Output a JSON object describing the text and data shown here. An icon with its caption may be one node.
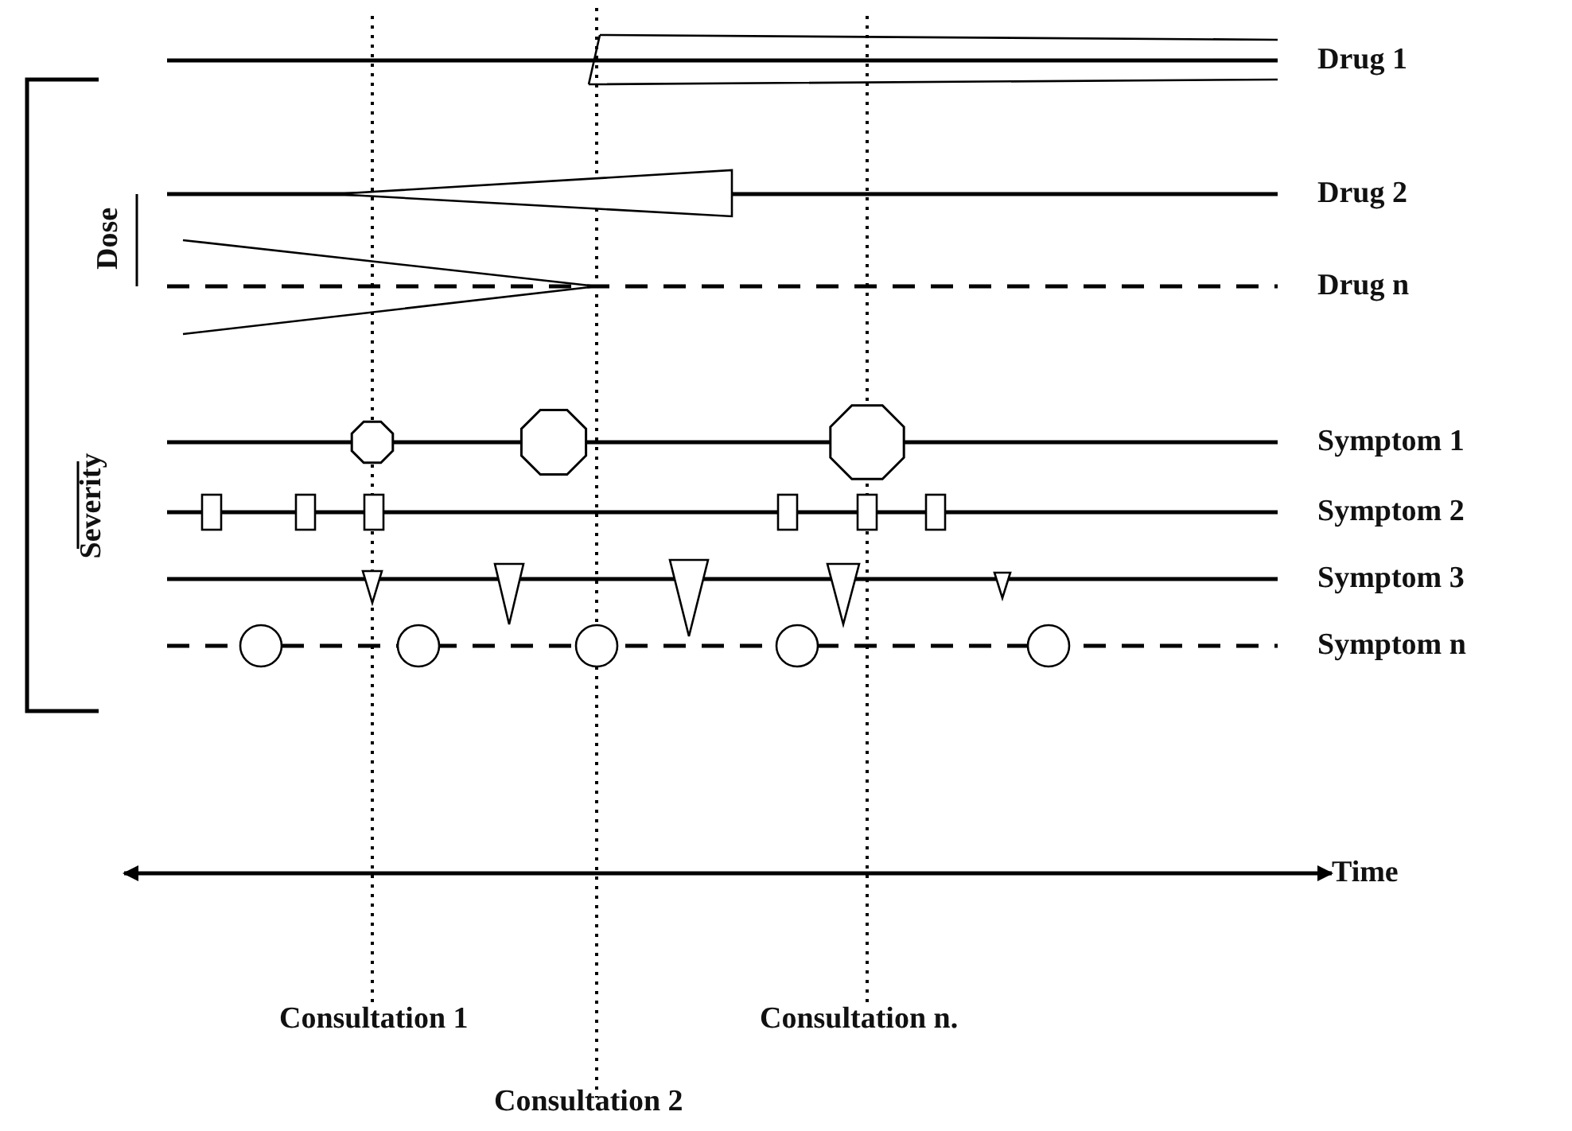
{
  "diagram": {
    "labels": [
      "Drug 1",
      "Drug 2",
      "Dose",
      "Drug n",
      "Symptom 1",
      "Symptom 2",
      "Severity",
      "Symptom 3",
      "Symptom n",
      "Time",
      "Consultation 1",
      "Consultation n.",
      "Consultation 2"
    ]
  }
}
